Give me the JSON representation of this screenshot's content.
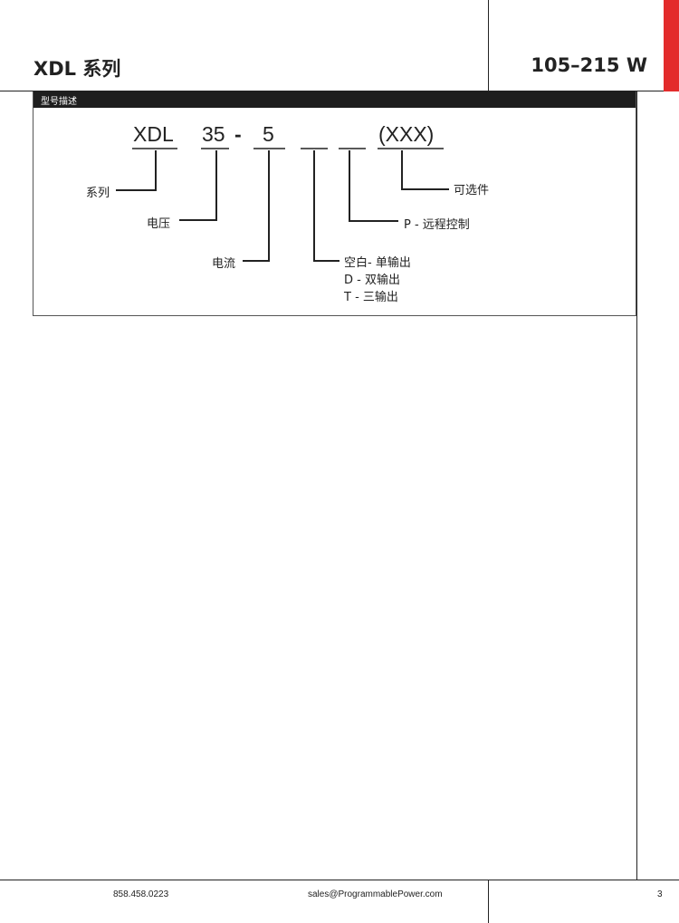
{
  "header": {
    "series_title": "XDL 系列",
    "power_range": "105–215 W",
    "accent_color": "#e32b2b"
  },
  "panel": {
    "title": "型号描述",
    "code": {
      "model": "XDL",
      "voltage": "35",
      "dash": "-",
      "current": "5",
      "options": "(XXX)"
    },
    "labels": {
      "series": "系列",
      "voltage": "电压",
      "current": "电流",
      "output_single": "空白- 单输出",
      "output_dual": "D - 双输出",
      "output_triple": "T - 三输出",
      "remote": "P -  远程控制",
      "optional": "可选件"
    }
  },
  "footer": {
    "phone": "858.458.0223",
    "email": "sales@ProgrammablePower.com",
    "page_number": "3"
  }
}
